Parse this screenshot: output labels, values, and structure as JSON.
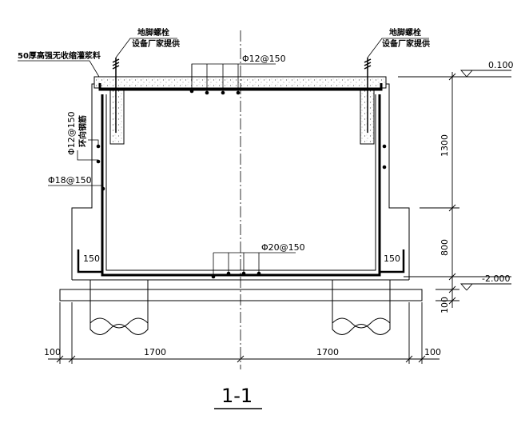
{
  "section": {
    "title": "1-1"
  },
  "annotations": {
    "anchor_bolt_left_line1": "地脚螺栓",
    "anchor_bolt_left_line2": "设备厂家提供",
    "anchor_bolt_right_line1": "地脚螺栓",
    "anchor_bolt_right_line2": "设备厂家提供",
    "grout_note": "50厚高强无收缩灌浆料",
    "rebar_top": "Φ12@150",
    "rebar_left_upper": "Φ12@150",
    "ring_rebar": "环向钢筋",
    "rebar_wall": "Φ18@150",
    "rebar_bottom": "Φ20@150",
    "hook_left": "150",
    "hook_right": "150"
  },
  "elevations": {
    "top": "0.100",
    "bottom": "-2.000"
  },
  "dimensions": {
    "vertical_upper": "1300",
    "vertical_lower": "800",
    "vertical_base": "100",
    "horizontal_left_edge": "100",
    "horizontal_left_span": "1700",
    "horizontal_right_span": "1700",
    "horizontal_right_edge": "100"
  }
}
